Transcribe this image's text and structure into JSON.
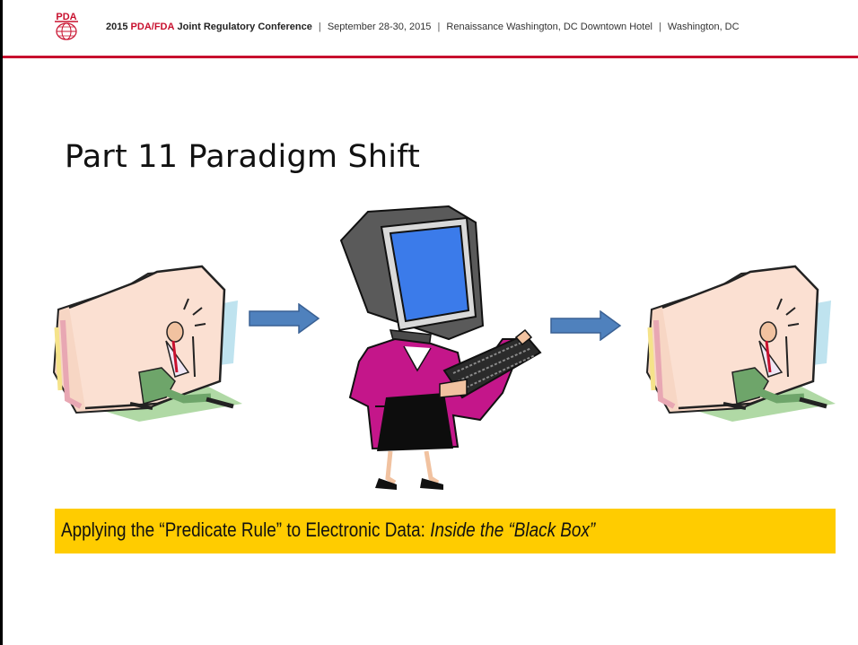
{
  "header": {
    "year": "2015",
    "org": "PDA/FDA",
    "conference": "Joint Regulatory Conference",
    "dates": "September 28-30, 2015",
    "venue": "Renaissance Washington, DC Downtown Hotel",
    "city": "Washington, DC",
    "separator": "|",
    "logo_text": "PDA"
  },
  "slide": {
    "title": "Part 11 Paradigm Shift",
    "subtitle_prefix": "Applying the “Predicate Rule” to Electronic Data: ",
    "subtitle_italic": "Inside the “Black Box”"
  },
  "colors": {
    "accent_red": "#c8102e",
    "highlight": "#ffcc00",
    "arrow_blue": "#4f81bd"
  },
  "icons": {
    "logo": "pda-globe-logo",
    "left_clipart": "man-crushed-by-folder",
    "center_clipart": "computer-head-woman-with-keyboard",
    "right_clipart": "man-crushed-by-folder",
    "arrows": "right-arrow"
  }
}
